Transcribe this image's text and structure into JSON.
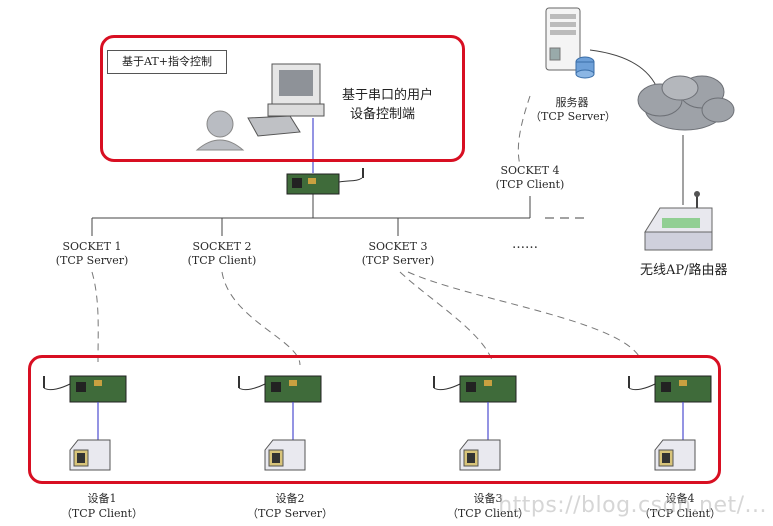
{
  "top_panel": {
    "callout": "基于AT+指令控制",
    "pc_label_line1": "基于串口的用户",
    "pc_label_line2": "设备控制端"
  },
  "server": {
    "name": "服务器",
    "proto": "（TCP Server）"
  },
  "router": {
    "name": "无线AP/路由器"
  },
  "socket4": {
    "name": "SOCKET 4",
    "proto": "(TCP Client)"
  },
  "sockets": [
    {
      "name": "SOCKET 1",
      "proto": "(TCP Server)"
    },
    {
      "name": "SOCKET 2",
      "proto": "(TCP Client)"
    },
    {
      "name": "SOCKET 3",
      "proto": "(TCP Server)"
    }
  ],
  "more": "……",
  "devices": [
    {
      "name": "设备1",
      "proto": "（TCP Client）"
    },
    {
      "name": "设备2",
      "proto": "（TCP Server）"
    },
    {
      "name": "设备3",
      "proto": "（TCP Client）"
    },
    {
      "name": "设备4",
      "proto": "（TCP Client）"
    }
  ],
  "watermark": "https://blog.csdn.net/...",
  "colors": {
    "highlight_border": "#d80f22",
    "module_board": "#3f6b3a",
    "link_line": "#4c4cd0"
  }
}
